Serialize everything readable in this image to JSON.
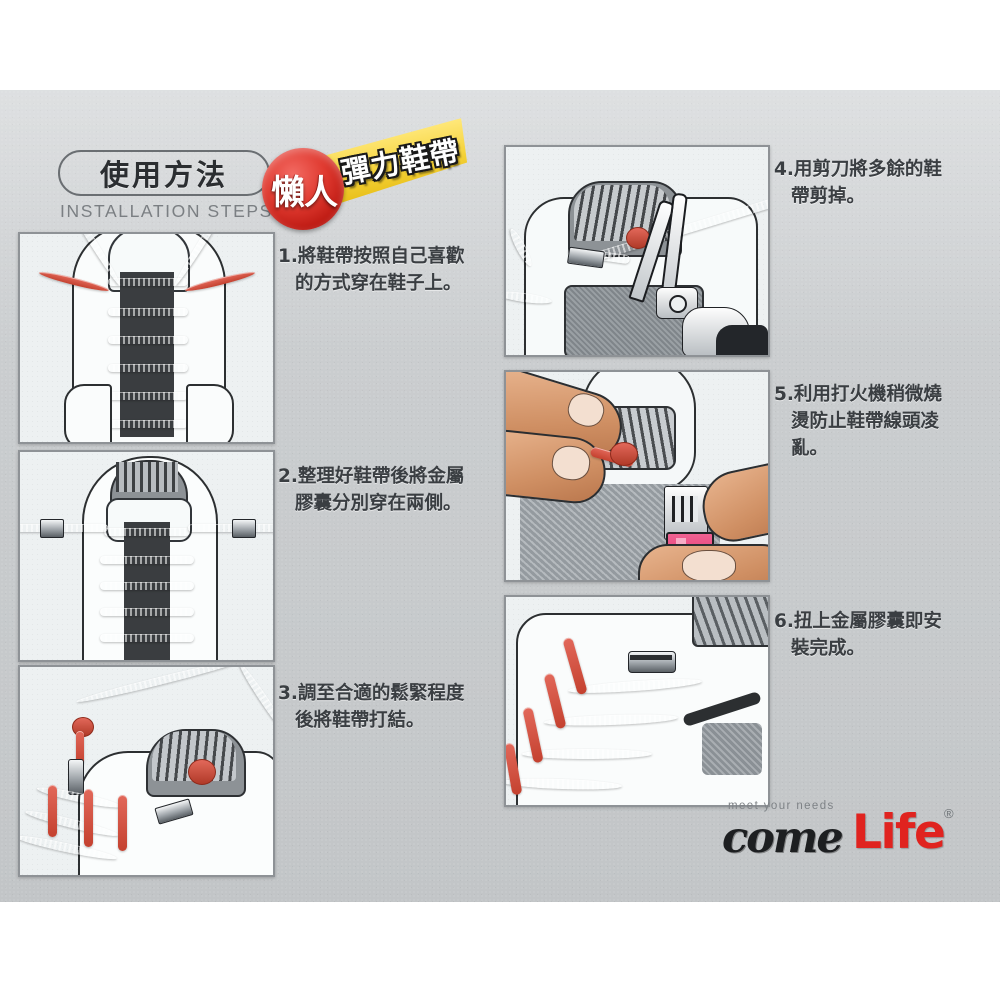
{
  "header": {
    "title_zh": "使用方法",
    "subtitle_en": "INSTALLATION STEPS"
  },
  "product_badge": {
    "circle_text": "懶人",
    "ribbon_text": "彈力鞋帶",
    "circle_color": "#d32a20",
    "ribbon_color": "#f5d33c"
  },
  "steps": [
    {
      "number": "1.",
      "text": "將鞋帶按照自己喜歡的方式穿在鞋子上。",
      "line1": "將鞋帶按照自己喜歡",
      "line2": "的方式穿在鞋子上。",
      "photo_alt": "white-sneaker-laced-with-red-elastic-laces"
    },
    {
      "number": "2.",
      "text": "整理好鞋帶後將金屬膠囊分別穿在兩側。",
      "line1": "整理好鞋帶後將金屬",
      "line2": "膠囊分別穿在兩側。",
      "photo_alt": "metal-capsules-threaded-on-both-lace-ends"
    },
    {
      "number": "3.",
      "text": "調至合適的鬆緊程度後將鞋帶打結。",
      "line1": "調至合適的鬆緊程度",
      "line2": "後將鞋帶打結。",
      "photo_alt": "laces-tightened-and-knotted-on-shoe"
    },
    {
      "number": "4.",
      "text": "用剪刀將多餘的鞋帶剪掉。",
      "line1": "用剪刀將多餘的鞋",
      "line2": "帶剪掉。",
      "photo_alt": "scissors-cutting-excess-lace"
    },
    {
      "number": "5.",
      "text": "利用打火機稍微燒燙防止鞋帶線頭凌亂。",
      "line1": "利用打火機稍微燒",
      "line2": "燙防止鞋帶線頭凌",
      "line3": "亂。",
      "photo_alt": "hand-holding-pink-lighter-singeing-lace-tip"
    },
    {
      "number": "6.",
      "text": "扭上金屬膠囊即安裝完成。",
      "line1": "扭上金屬膠囊即安",
      "line2": "裝完成。",
      "photo_alt": "finished-shoe-with-metal-capsule-installed"
    }
  ],
  "brand": {
    "tagline": "meet your needs",
    "name_dark": "come",
    "name_red": "Life",
    "registered_mark": "®",
    "red": "#e0231f"
  },
  "palette": {
    "sheet_grey": "#c7caCC",
    "lace_red": "#c8452f",
    "panel_border": "#8e9296",
    "text_dark": "#3a3e42",
    "subtitle_grey": "#7b7f83"
  }
}
